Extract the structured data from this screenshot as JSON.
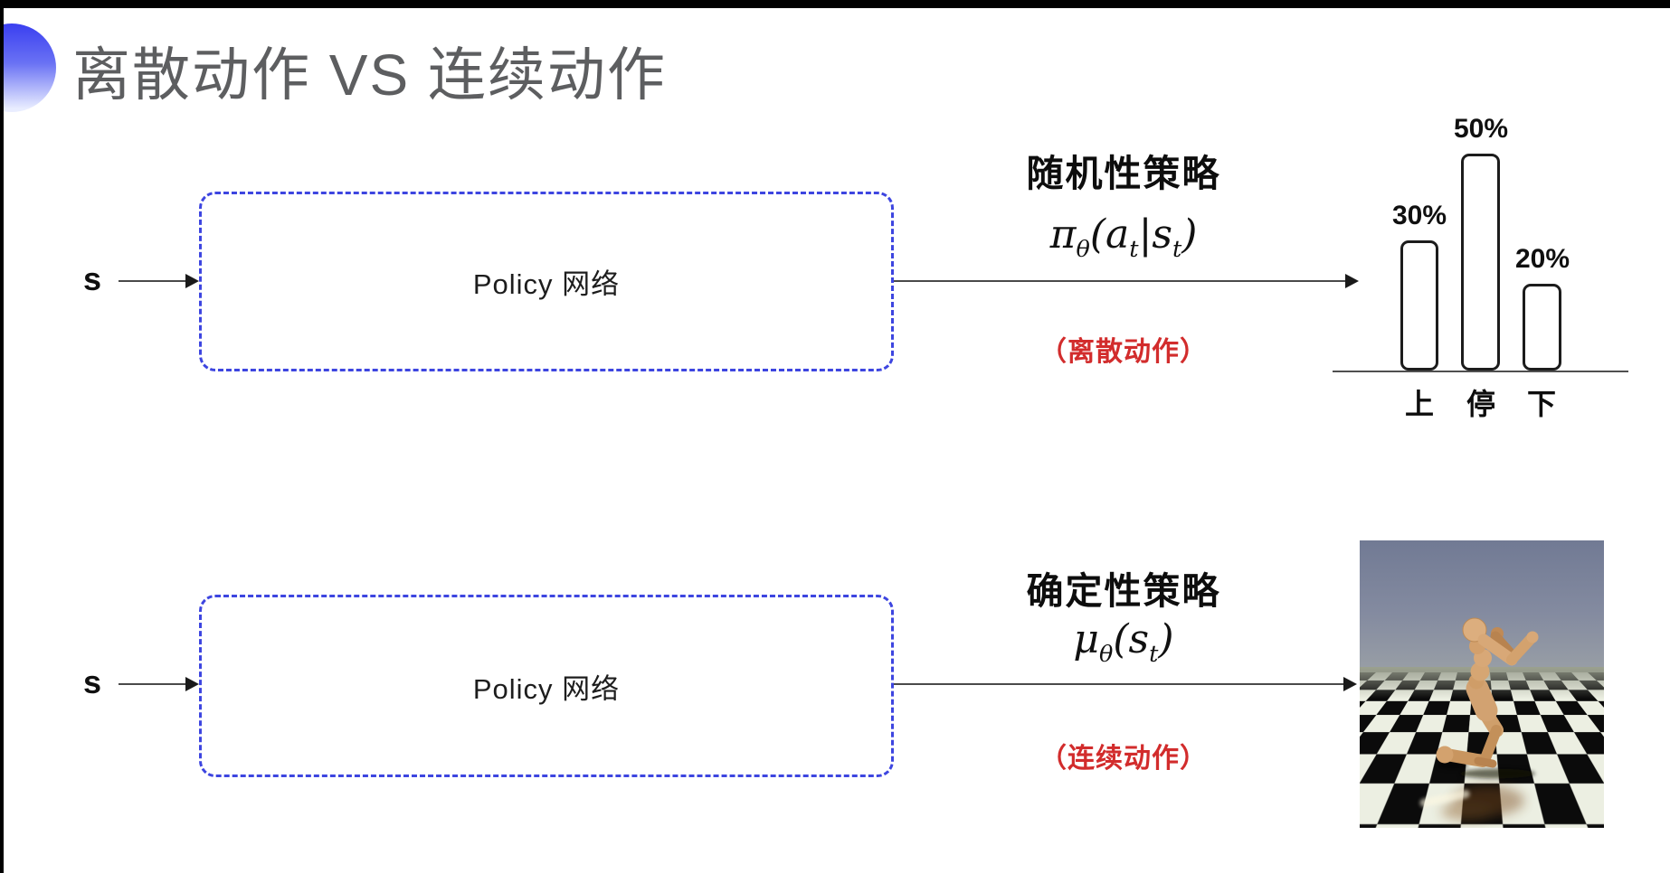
{
  "title": {
    "text": "离散动作 VS 连续动作"
  },
  "colors": {
    "accent_blue": "#3d45e0",
    "note_red": "#d22c2c",
    "title_gray": "#5d5e60",
    "arrow": "#1a1a1a"
  },
  "rows": [
    {
      "state_label": "s",
      "box_label": "Policy 网络",
      "policy_type": "随机性策略",
      "formula": {
        "p1": "π",
        "s1": "θ",
        "p2": "(a",
        "s2": "t",
        "p3": "|s",
        "s3": "t",
        "p4": ")"
      },
      "action_note": "（离散动作）"
    },
    {
      "state_label": "s",
      "box_label": "Policy 网络",
      "policy_type": "确定性策略",
      "formula": {
        "p1": "μ",
        "s1": "θ",
        "p2": "(s",
        "s2": "t",
        "p3": ")"
      },
      "action_note": "（连续动作）"
    }
  ],
  "chart_data": {
    "type": "bar",
    "title": "",
    "categories": [
      "上",
      "停",
      "下"
    ],
    "values": [
      30,
      50,
      20
    ],
    "value_labels": [
      "30%",
      "50%",
      "20%"
    ],
    "ylim": [
      0,
      100
    ],
    "grid": false,
    "legend": false,
    "note": "action probability distribution over three discrete actions"
  },
  "humanoid_image": {
    "alt": "MuJoCo humanoid robot running on a black-and-white checkerboard floor"
  }
}
